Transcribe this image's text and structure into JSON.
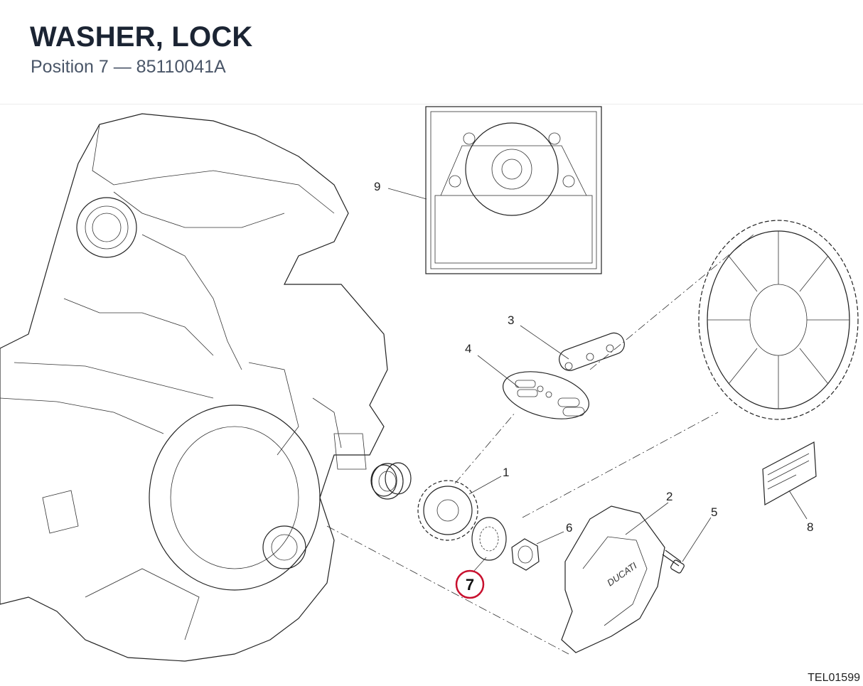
{
  "header": {
    "title": "WASHER, LOCK",
    "subtitle": "Position 7 — 85110041A"
  },
  "diagram": {
    "callouts": [
      "1",
      "2",
      "3",
      "4",
      "5",
      "6",
      "8",
      "9"
    ],
    "highlighted": "7",
    "highlight_color": "#c8102e",
    "logo_text": "DUCATI"
  },
  "footer": {
    "reference": "TEL01599"
  }
}
